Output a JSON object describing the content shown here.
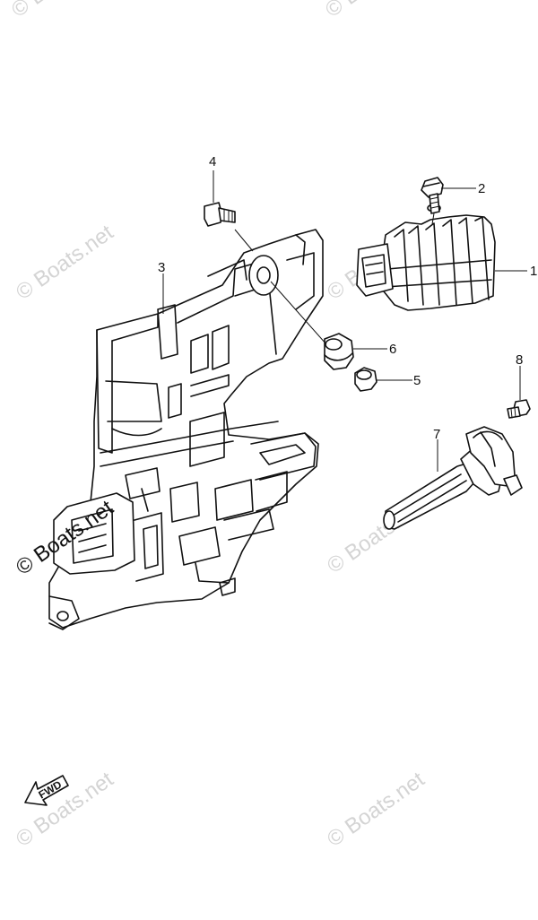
{
  "watermark": "© Boats.net",
  "callouts": [
    "1",
    "2",
    "3",
    "4",
    "5",
    "6",
    "7",
    "8"
  ],
  "fwd_label": "FWD"
}
